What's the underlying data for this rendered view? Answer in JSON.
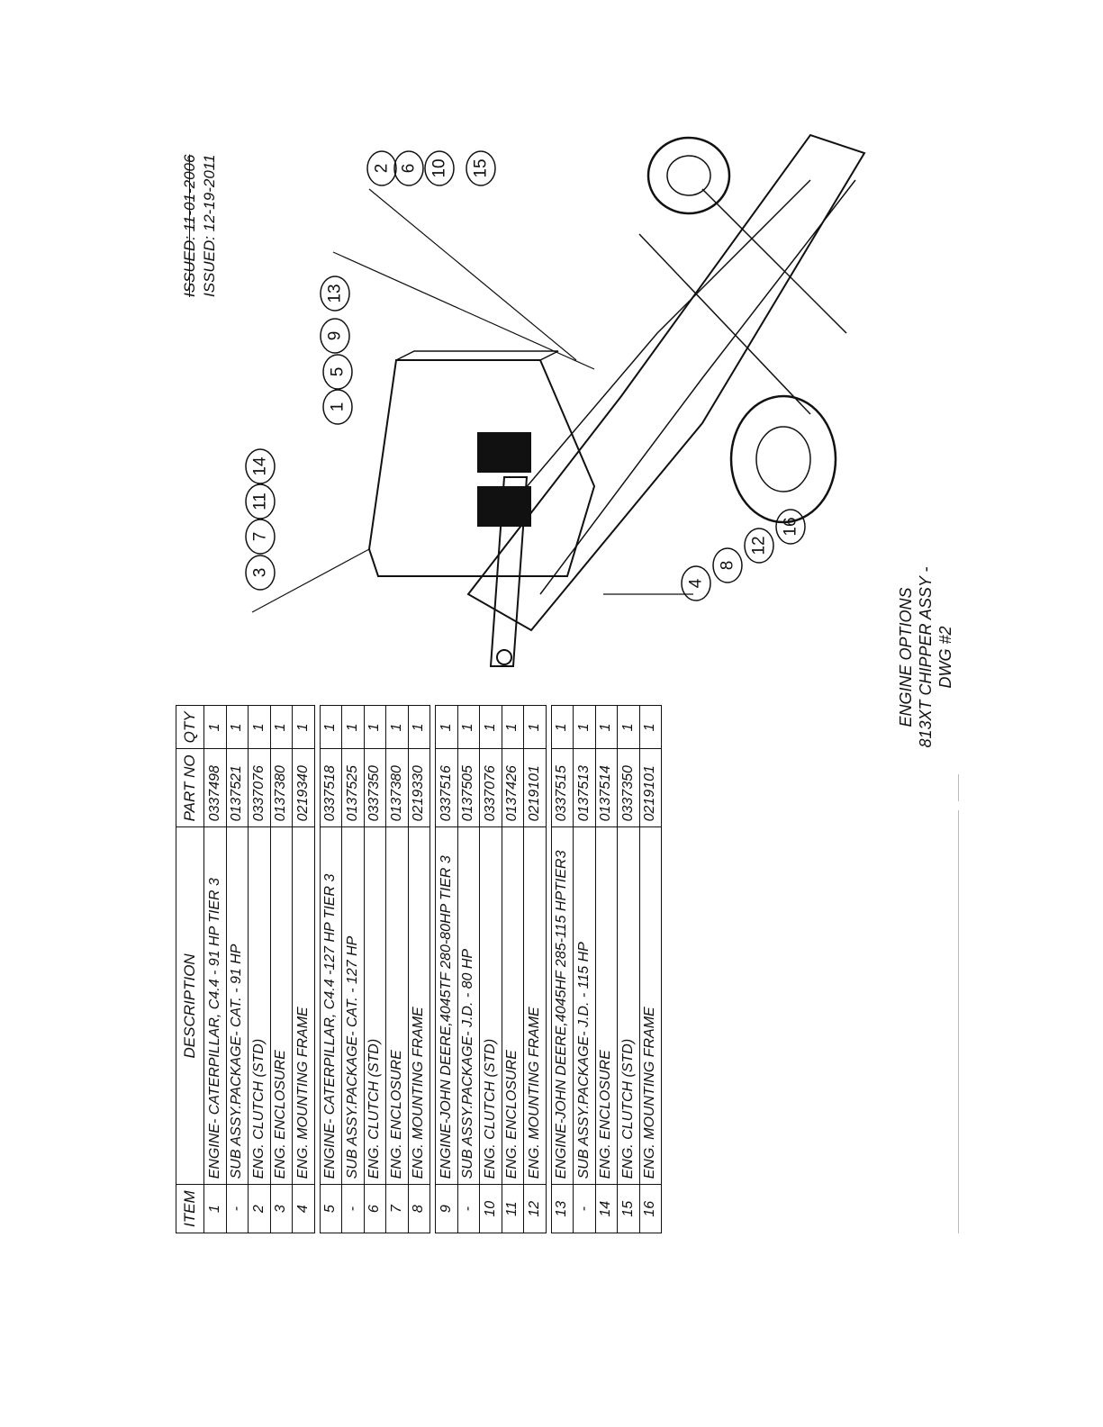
{
  "issued": {
    "superseded": "ISSUED: 11-01-2006",
    "current": "ISSUED: 12-19-2011"
  },
  "caption": {
    "line1": "ENGINE OPTIONS",
    "line2": "813XT CHIPPER  ASSY - DWG #2"
  },
  "table": {
    "headers": {
      "item": "ITEM",
      "description": "DESCRIPTION",
      "part_no": "PART NO",
      "qty": "QTY"
    },
    "groups": [
      [
        {
          "item": "1",
          "description": "ENGINE- CATERPILLAR, C4.4 - 91 HP TIER 3",
          "part_no": "0337498",
          "qty": "1"
        },
        {
          "item": "-",
          "description": "SUB ASSY.PACKAGE- CAT. - 91 HP",
          "part_no": "0137521",
          "qty": "1"
        },
        {
          "item": "2",
          "description": "ENG. CLUTCH (STD)",
          "part_no": "0337076",
          "qty": "1"
        },
        {
          "item": "3",
          "description": "ENG. ENCLOSURE",
          "part_no": "0137380",
          "qty": "1"
        },
        {
          "item": "4",
          "description": "ENG. MOUNTING FRAME",
          "part_no": "0219340",
          "qty": "1"
        }
      ],
      [
        {
          "item": "5",
          "description": "ENGINE- CATERPILLAR, C4.4 -127 HP TIER 3",
          "part_no": "0337518",
          "qty": "1"
        },
        {
          "item": "-",
          "description": "SUB ASSY.PACKAGE- CAT. - 127 HP",
          "part_no": "0137525",
          "qty": "1"
        },
        {
          "item": "6",
          "description": "ENG. CLUTCH (STD)",
          "part_no": "0337350",
          "qty": "1"
        },
        {
          "item": "7",
          "description": "ENG. ENCLOSURE",
          "part_no": "0137380",
          "qty": "1"
        },
        {
          "item": "8",
          "description": "ENG. MOUNTING FRAME",
          "part_no": "0219330",
          "qty": "1"
        }
      ],
      [
        {
          "item": "9",
          "description": "ENGINE-JOHN DEERE,4045TF 280-80HP TIER 3",
          "part_no": "0337516",
          "qty": "1"
        },
        {
          "item": "-",
          "description": "SUB ASSY.PACKAGE- J.D. - 80 HP",
          "part_no": "0137505",
          "qty": "1"
        },
        {
          "item": "10",
          "description": "ENG. CLUTCH (STD)",
          "part_no": "0337076",
          "qty": "1"
        },
        {
          "item": "11",
          "description": "ENG. ENCLOSURE",
          "part_no": "0137426",
          "qty": "1"
        },
        {
          "item": "12",
          "description": "ENG. MOUNTING FRAME",
          "part_no": "0219101",
          "qty": "1"
        }
      ],
      [
        {
          "item": "13",
          "description": "ENGINE-JOHN DEERE,4045HF 285-115 HPTIER3",
          "part_no": "0337515",
          "qty": "1"
        },
        {
          "item": "-",
          "description": "SUB ASSY.PACKAGE- J.D. - 115 HP",
          "part_no": "0137513",
          "qty": "1"
        },
        {
          "item": "14",
          "description": "ENG. ENCLOSURE",
          "part_no": "0137514",
          "qty": "1"
        },
        {
          "item": "15",
          "description": "ENG. CLUTCH (STD)",
          "part_no": "0337350",
          "qty": "1"
        },
        {
          "item": "16",
          "description": "ENG. MOUNTING FRAME",
          "part_no": "0219101",
          "qty": "1"
        }
      ]
    ]
  },
  "callouts": [
    {
      "label": "2"
    },
    {
      "label": "6"
    },
    {
      "label": "10"
    },
    {
      "label": "15"
    },
    {
      "label": "1"
    },
    {
      "label": "5"
    },
    {
      "label": "9"
    },
    {
      "label": "13"
    },
    {
      "label": "3"
    },
    {
      "label": "7"
    },
    {
      "label": "11"
    },
    {
      "label": "14"
    },
    {
      "label": "4"
    },
    {
      "label": "8"
    },
    {
      "label": "12"
    },
    {
      "label": "16"
    }
  ]
}
